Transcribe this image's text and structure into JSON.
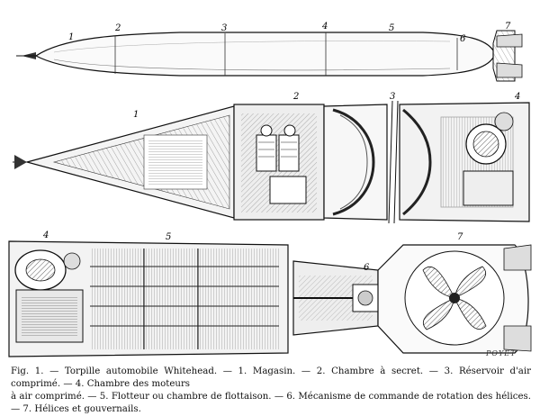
{
  "figure": {
    "signature": "POYET",
    "caption_line1": "Fig. 1. — Torpille automobile Whitehead. — 1. Magasin. — 2. Chambre à secret. — 3. Réservoir d'air comprimé. — 4. Chambre des moteurs",
    "caption_line2": "à air comprimé. — 5. Flotteur ou chambre de flottaison. — 6. Mécanisme de commande de rotation des hélices. — 7. Hélices et gouvernails."
  },
  "views": {
    "top": {
      "labels": [
        "1",
        "2",
        "3",
        "4",
        "5",
        "6",
        "7"
      ]
    },
    "middle": {
      "labels": [
        "1",
        "2",
        "3",
        "4"
      ]
    },
    "bottom": {
      "labels": [
        "4",
        "5",
        "6",
        "7"
      ]
    }
  }
}
